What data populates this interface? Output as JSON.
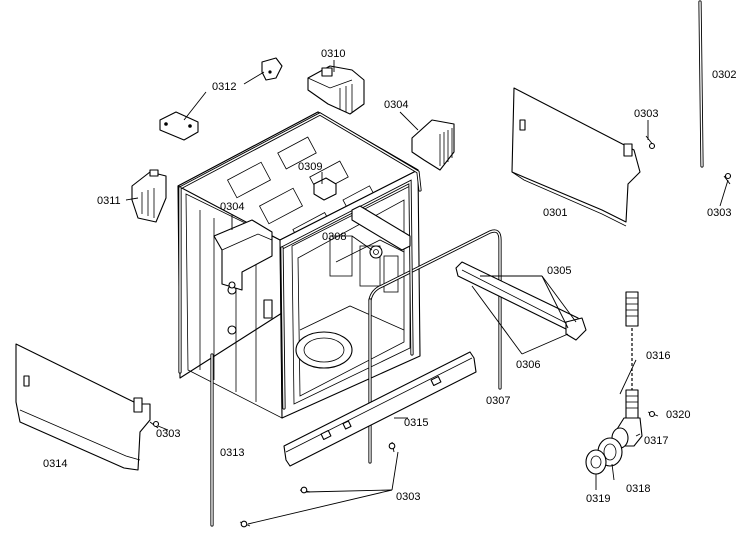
{
  "callouts": {
    "c0302": "0302",
    "c0303_a": "0303",
    "c0303_b": "0303",
    "c0303_c": "0303",
    "c0303_d": "0303",
    "c0304_a": "0304",
    "c0304_b": "0304",
    "c0305": "0305",
    "c0306": "0306",
    "c0307": "0307",
    "c0308": "0308",
    "c0309": "0309",
    "c0310": "0310",
    "c0311": "0311",
    "c0312": "0312",
    "c0313": "0313",
    "c0314": "0314",
    "c0315": "0315",
    "c0316": "0316",
    "c0317": "0317",
    "c0318": "0318",
    "c0319": "0319",
    "c0320": "0320",
    "c0301": "0301"
  }
}
